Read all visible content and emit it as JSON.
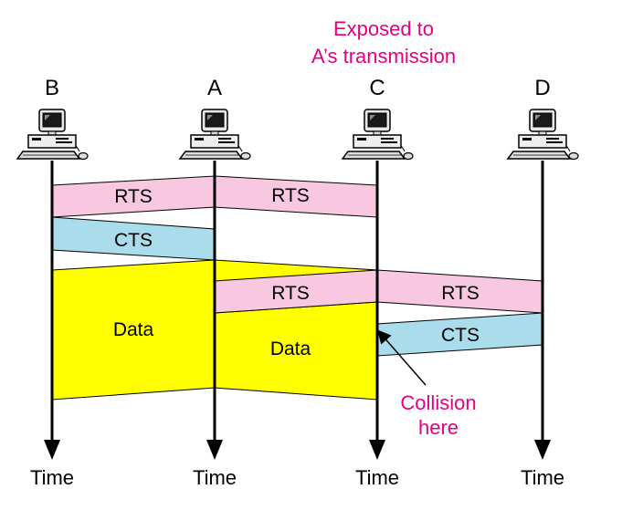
{
  "header": {
    "exposed_line1": "Exposed to",
    "exposed_line2": "A’s transmission"
  },
  "nodes": [
    {
      "name": "B",
      "axis_label": "Time"
    },
    {
      "name": "A",
      "axis_label": "Time"
    },
    {
      "name": "C",
      "axis_label": "Time"
    },
    {
      "name": "D",
      "axis_label": "Time"
    }
  ],
  "frames": {
    "rts_b_a": "RTS",
    "rts_a_c": "RTS",
    "cts_a_b": "CTS",
    "data_b": "Data",
    "data_a": "Data",
    "rts_c_a": "RTS",
    "rts_c_d": "RTS",
    "cts_d_c": "CTS"
  },
  "annotation": {
    "line1": "Collision",
    "line2": "here"
  },
  "colors": {
    "rts": "#f8c8e0",
    "cts": "#aadcec",
    "data": "#ffff00",
    "highlight": "#e4007f",
    "line": "#000000"
  }
}
